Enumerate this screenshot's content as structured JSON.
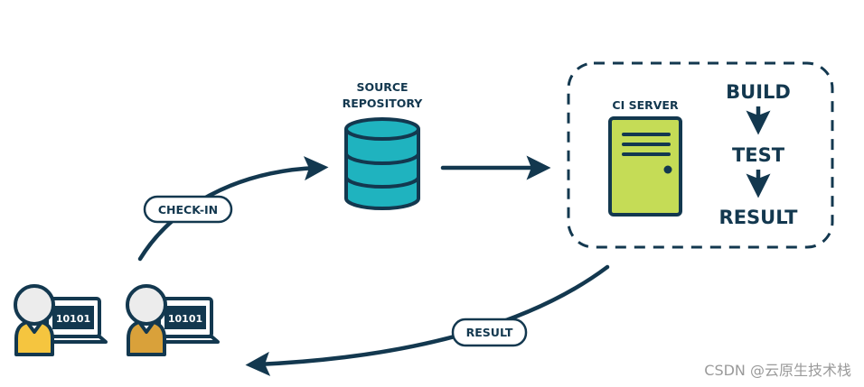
{
  "colors": {
    "ink": "#13384f",
    "database": "#1fb3bf",
    "server": "#c5dc56",
    "dev1_shirt": "#f5c53f",
    "dev2_shirt": "#d9a13a",
    "head": "#ececec",
    "screen": "#13384f",
    "watermark": "#9a9a9a"
  },
  "nodes": {
    "repository": {
      "label_line1": "SOURCE",
      "label_line2": "REPOSITORY",
      "icon": "database-icon"
    },
    "ci_server": {
      "label": "CI SERVER",
      "icon": "server-icon"
    },
    "pipeline": {
      "steps": [
        "BUILD",
        "TEST",
        "RESULT"
      ]
    },
    "developers": [
      {
        "screen_text": "10101",
        "icon": "developer-laptop-icon"
      },
      {
        "screen_text": "10101",
        "icon": "developer-laptop-icon"
      }
    ]
  },
  "edges": {
    "checkin_label": "CHECK-IN",
    "result_label": "RESULT"
  },
  "watermark": "CSDN @云原生技术栈"
}
